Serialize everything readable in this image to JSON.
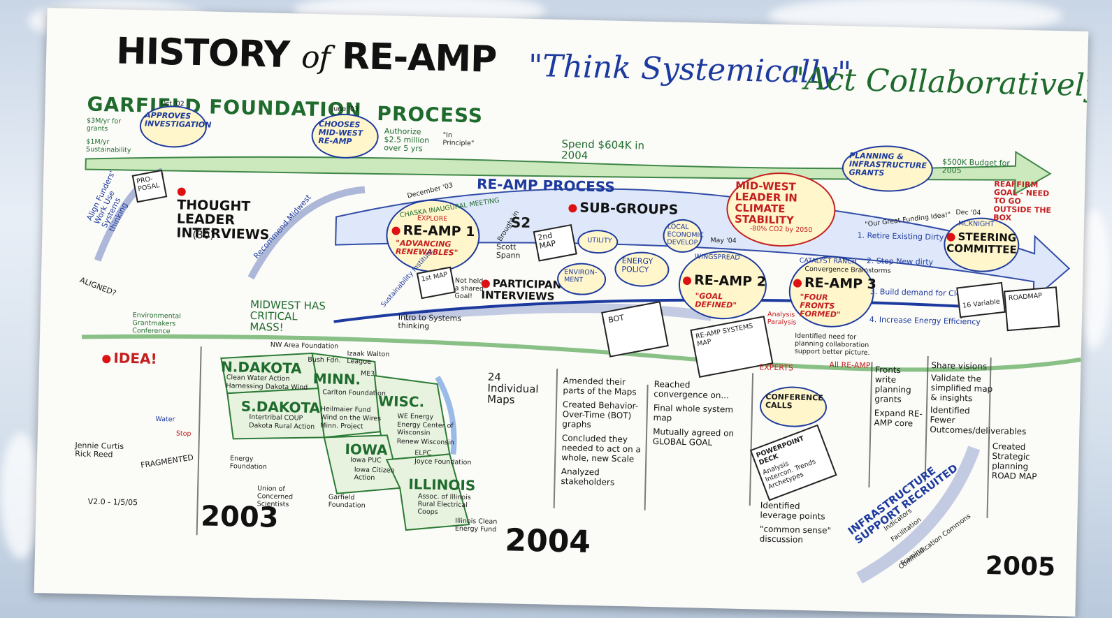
{
  "title": {
    "main": "HISTORY",
    "of": "of",
    "name": "RE-AMP"
  },
  "slogans": {
    "think": "\"Think Systemically\"",
    "act": "\"Act Collaboratively\""
  },
  "garfield": {
    "heading": "GARFIELD FOUNDATION",
    "process_label": "PROCESS",
    "oct02": "Oct '02",
    "approves": "APPROVES INVESTIGATION",
    "funding_1": "$3M/yr for grants",
    "funding_2": "$1M/yr Sustainability",
    "june03": "June '03",
    "chooses": "CHOOSES MID-WEST RE-AMP",
    "authorize": "Authorize $2.5 million over 5 yrs",
    "in_principle": "\"In Principle\"",
    "spend": "Spend $604K in 2004",
    "planning": "PLANNING & INFRASTRUCTURE GRANTS",
    "budget": "$500K Budget for 2005"
  },
  "left": {
    "align": "Align Funders' Work Use Systems thinking",
    "proposal": "PRO-POSAL",
    "thought": "THOUGHT LEADER INTERVIEWS",
    "thought_count": "(30)",
    "recommend": "Recommend Midwest",
    "aligned": "ALIGNED?",
    "egc": "Environmental Grantmakers Conference",
    "idea": "IDEA!",
    "water": "Water",
    "stop": "Stop",
    "names": "Jennie Curtis Rick Reed",
    "fragmented": "FRAGMENTED",
    "midwest": "MIDWEST HAS CRITICAL MASS!"
  },
  "process": {
    "label": "RE-AMP PROCESS",
    "dec03": "December '03",
    "chaska": "CHASKA INAUGURAL MEETING",
    "explore": "EXPLORE",
    "reamp1": "RE-AMP 1",
    "advancing": "\"ADVANCING RENEWABLES\"",
    "sustain": "Sustainability Institute",
    "first_map": "1st MAP",
    "not_shared": "Not held a shared Goal!",
    "brought": "Brought in",
    "s2": "S2",
    "scott": "Scott Spann",
    "second_map": "2nd MAP",
    "participant": "PARTICIPANT INTERVIEWS",
    "subgroups": "SUB-GROUPS",
    "utility": "UTILITY",
    "environ": "ENVIRON-MENT",
    "energy_policy": "ENERGY POLICY",
    "local": "LOCAL ECONOMIC DEVELOP.",
    "may04": "May '04",
    "wingspread": "WINGSPREAD",
    "reamp2": "RE-AMP 2",
    "goal_defined": "\"GOAL DEFINED\"",
    "midwest_leader": "MID-WEST LEADER IN CLIMATE STABILITY",
    "co2": "-80% CO2 by 2050",
    "bot": "BOT",
    "reamp_map": "RE-AMP SYSTEMS MAP",
    "analysis": "Analysis Paralysis",
    "catalyst": "CATALYST RANCH",
    "converge": "Convergence Brainstorms",
    "reamp3": "RE-AMP 3",
    "four_fronts": "\"FOUR FRONTS FORMED\"",
    "fronts": [
      "1. Retire Existing Dirty",
      "2. Stop New dirty",
      "3. Build demand for Clean",
      "4. Increase Energy Efficiency"
    ],
    "great_funding": "\"Our Great Funding Idea!\"",
    "dec04": "Dec '04",
    "mcknight": "MCKNIGHT",
    "steering": "STEERING COMMITTEE",
    "reaffirm": "REAFFIRM GOAL - NEED TO GO OUTSIDE THE BOX",
    "variable": "16 Variable",
    "roadmap": "ROADMAP",
    "identified_need": "Identified need for planning collaboration support better picture.",
    "intro": "Intro to Systems thinking"
  },
  "map": {
    "ndakota": "N.DAKOTA",
    "ndakota_orgs": [
      "Clean Water Action",
      "Harnessing Dakota Wind"
    ],
    "sdakota": "S.DAKOTA",
    "sdakota_orgs": [
      "Intertribal COUP",
      "Dakota Rural Action"
    ],
    "minn": "MINN.",
    "minn_orgs": [
      "ME3",
      "Carlton Foundation",
      "Heilmaier Fund",
      "Wind on the Wires",
      "Minn. Project"
    ],
    "wisc": "WISC.",
    "wisc_orgs": [
      "WE Energy",
      "Energy Center of Wisconsin",
      "Renew Wisconsin"
    ],
    "iowa": "IOWA",
    "iowa_orgs": [
      "Iowa PUC",
      "Iowa Citizen Action"
    ],
    "illinois": "ILLINOIS",
    "illinois_orgs": [
      "ELPC",
      "Joyce Foundation",
      "Assoc. of Illinois Rural Electrical Coops",
      "Illinois Clean Energy Fund"
    ],
    "nw_area": "NW Area Foundation",
    "bush": "Bush Fdn.",
    "izaak": "Izaak Walton League",
    "energy_fdn": "Energy Foundation",
    "ucs": "Union of Concerned Scientists",
    "garfield_fdn": "Garfield Foundation"
  },
  "columns": {
    "maps24": "24 Individual Maps",
    "c1": [
      "Amended their parts of the Maps",
      "Created Behavior-Over-Time (BOT) graphs",
      "Concluded they needed to act on a whole, new Scale",
      "Analyzed stakeholders"
    ],
    "c2_head": "Reached convergence on...",
    "c2": [
      "Final whole system map",
      "Mutually agreed on GLOBAL GOAL"
    ],
    "experts": "EXPERTS",
    "all_reamp": "All RE-AMP",
    "conference": "CONFERENCE CALLS",
    "powerpoint": "POWERPOINT DECK",
    "pp_items": [
      "Analysis",
      "Intercon. Trends",
      "Archetypes"
    ],
    "identified": "Identified leverage points",
    "common": "\"common sense\" discussion",
    "c3": [
      "Fronts write planning grants",
      "Expand RE-AMP core"
    ],
    "c4": [
      "Share visions",
      "Validate the simplified map & insights",
      "Identified Fewer Outcomes/deliverables",
      "Created Strategic planning ROAD MAP"
    ],
    "infra": "INFRASTRUCTURE SUPPORT RECRUITED",
    "infra_items": [
      "Indicators",
      "Facilitation",
      "Communication Commons",
      "Framing"
    ]
  },
  "years": {
    "y2003": "2003",
    "y2004": "2004",
    "y2005": "2005"
  },
  "version": "V2.0 - 1/5/05"
}
